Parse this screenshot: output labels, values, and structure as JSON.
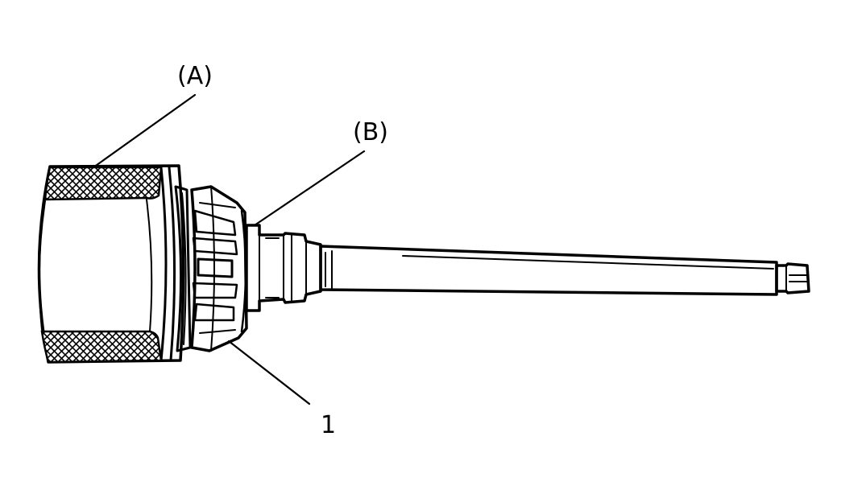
{
  "labels": {
    "a": "(A)",
    "b": "(B)",
    "one": "1"
  },
  "colors": {
    "ink": "#000000",
    "paper": "#ffffff"
  }
}
